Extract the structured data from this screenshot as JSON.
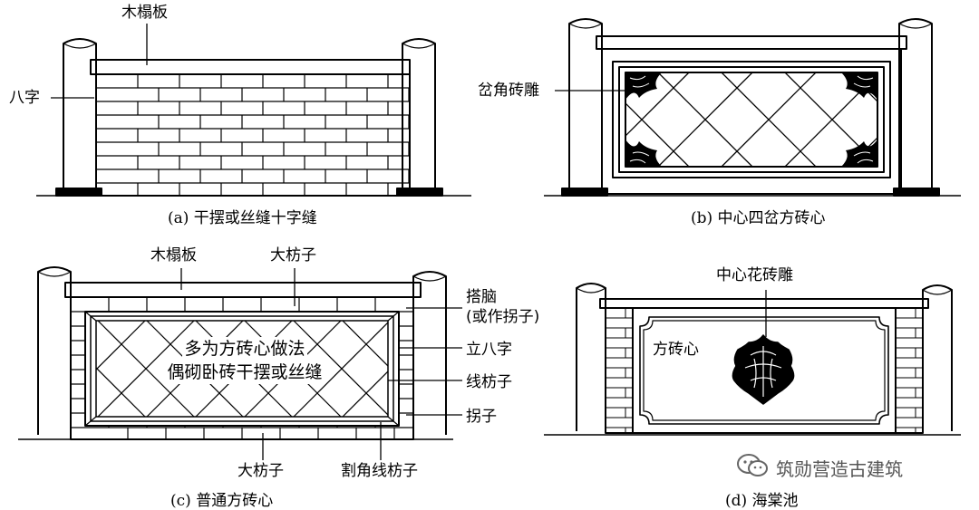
{
  "panels": {
    "a": {
      "caption": "(a) 干摆或丝缝十字缝",
      "labels": {
        "top": "木榻板",
        "side": "八字"
      }
    },
    "b": {
      "caption": "(b) 中心四岔方砖心",
      "labels": {
        "corner": "岔角砖雕"
      }
    },
    "c": {
      "caption": "(c) 普通方砖心",
      "labels": {
        "top_left": "木榻板",
        "top_mid": "大枋子",
        "r1": "搭脑",
        "r1b": "(或作拐子)",
        "r2": "立八字",
        "r3": "线枋子",
        "r4": "拐子",
        "bottom_mid": "大枋子",
        "bottom_right": "割角线枋子"
      },
      "inner_text": [
        "多为方砖心做法",
        "偶砌卧砖干摆或丝缝"
      ]
    },
    "d": {
      "caption": "(d) 海棠池",
      "labels": {
        "top": "中心花砖雕",
        "left": "方砖心"
      }
    }
  },
  "watermark": {
    "text": "筑勋营造古建筑",
    "icon": "wechat-icon"
  }
}
